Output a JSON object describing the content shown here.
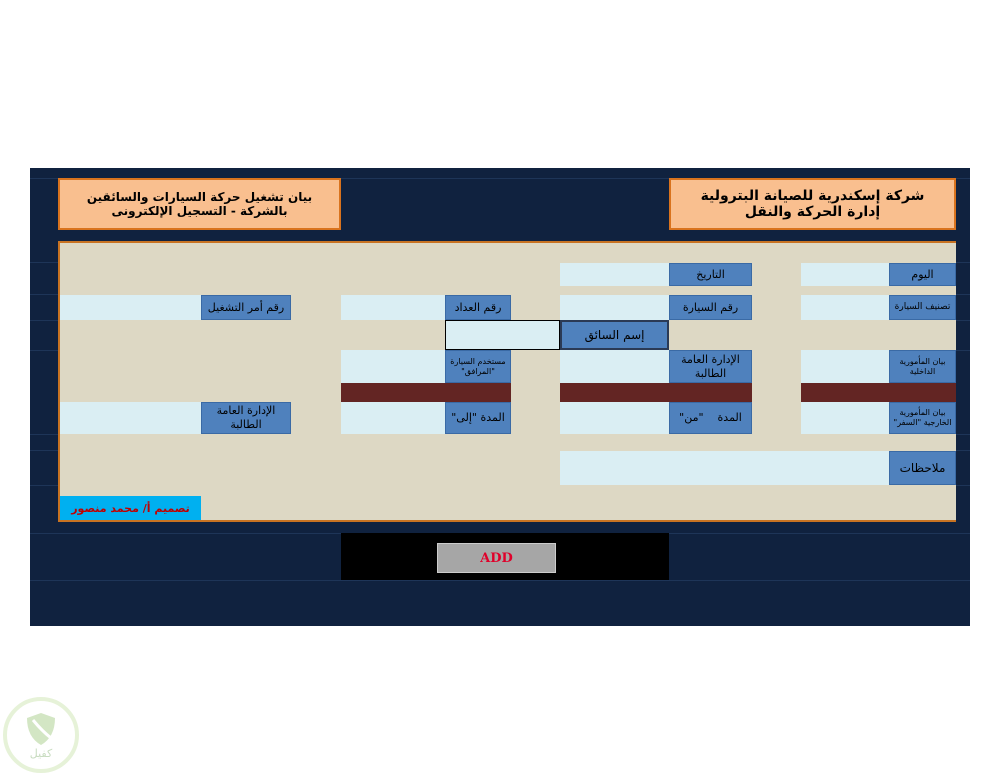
{
  "header": {
    "company_line1": "شركة إسكندرية للصيانة البترولية",
    "company_line2": "إدارة الحركة والنقل",
    "form_title": "بيان تشغيل حركة السيارات والسائقين بالشركة - التسجيل الإلكترونى"
  },
  "form": {
    "day": "اليوم",
    "date": "التاريخ",
    "car_class": "تصنيف السيارة",
    "car_number": "رقم السيارة",
    "odometer": "رقم العداد",
    "work_order": "رقم أمر التشغيل",
    "driver_name": "إسم السائق",
    "internal_mission": "بيان المأمورية الداخلية",
    "requesting_dept": "الإدارة العامة الطالبة",
    "car_user": "مستخدم السيارة \"المرافق\"",
    "external_mission": "بيان المأمورية الخارجية \"السفر\"",
    "duration_from": "المدة    \"من\"",
    "duration_to": "المدة \"إلى\"",
    "requesting_dept2": "الإدارة العامة الطالبة",
    "notes": "ملاحظات"
  },
  "designer": "تصميم أ/ محمد منصور",
  "add_button": "ADD",
  "logo_text": "كفيل",
  "colors": {
    "panel": "#10223f",
    "label": "#4f81bd",
    "input": "#daeef3",
    "orange": "#f9bf8f",
    "bar": "#632523"
  }
}
